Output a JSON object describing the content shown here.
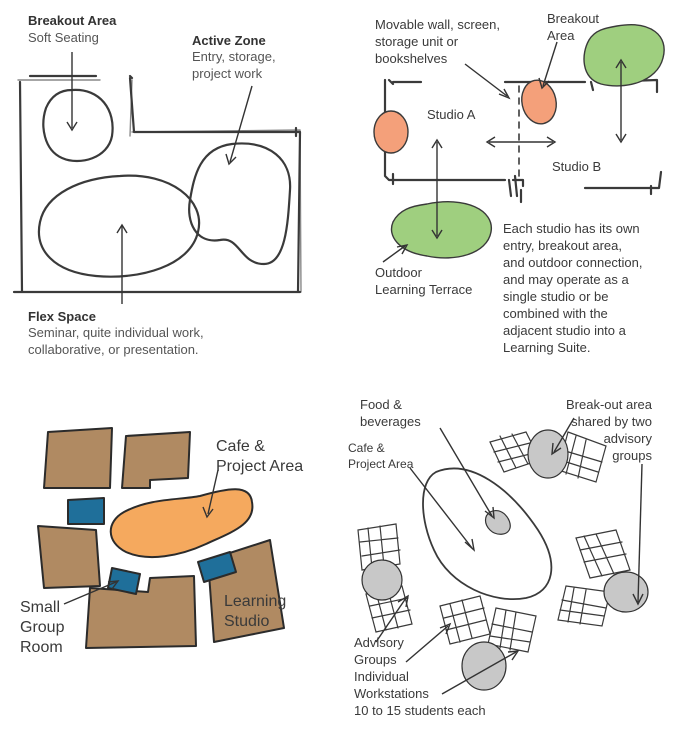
{
  "panel_tl": {
    "breakout_title": "Breakout Area",
    "breakout_sub": "Soft Seating",
    "active_title": "Active Zone",
    "active_sub": "Entry, storage,\nproject work",
    "flex_title": "Flex Space",
    "flex_sub": "Seminar, quite individual work,\ncollaborative, or presentation."
  },
  "panel_tr": {
    "movable_wall": "Movable wall, screen,\nstorage unit or\nbookshelves",
    "breakout_area": "Breakout\nArea",
    "studio_a": "Studio A",
    "studio_b": "Studio B",
    "outdoor": "Outdoor\nLearning Terrace",
    "description": "Each studio has its own\nentry, breakout area,\nand outdoor connection,\nand may operate as a\nsingle studio or be\ncombined with the\nadjacent studio into a\nLearning Suite.",
    "colors": {
      "breakout": "#f4a07a",
      "outdoor": "#9fcf7f"
    }
  },
  "panel_bl": {
    "cafe": "Cafe &\nProject Area",
    "small_group": "Small\nGroup\nRoom",
    "learning_studio": "Learning\nStudio",
    "colors": {
      "studio": "#b08a62",
      "cafe": "#f5a95e",
      "group_room": "#1f6f9a"
    }
  },
  "panel_br": {
    "food": "Food &\nbeverages",
    "breakout_shared": "Break-out area\nshared by two\nadvisory\ngroups",
    "cafe": "Cafe &\nProject Area",
    "advisory": "Advisory\nGroups\nIndividual\nWorkstations\n10 to 15 students each",
    "colors": {
      "shade": "#c8c8c8"
    }
  }
}
